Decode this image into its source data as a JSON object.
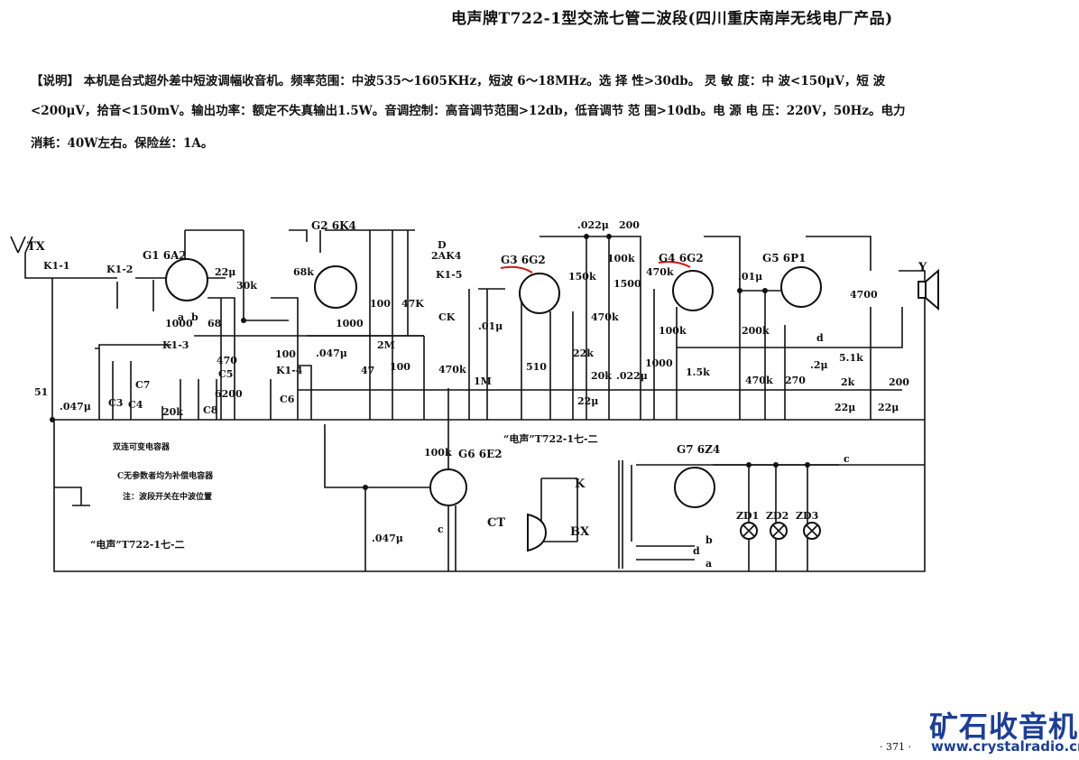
{
  "title": "电声牌T722-1型交流七管二波段(四川重庆南岸无线电厂产品)",
  "description": {
    "line1": "【说明】 本机是台式超外差中短波调幅收音机。频率范围：中波535～1605KHz，短波 6～18MHz。选 择 性>30db。 灵 敏 度：中 波<150μV，短 波",
    "line2": "<200μV，拾音<150mV。输出功率：额定不失真输出1.5W。音调控制：高音调节范围>12db，低音调节 范 围>10db。电 源 电 压：220V，50Hz。电力",
    "line3": "消耗：40W左右。保险丝：1A。"
  },
  "schematic_labels": {
    "tx": "TX",
    "k11": "K1-1",
    "k12": "K1-2",
    "k13": "K1-3",
    "k14": "K1-4",
    "k15": "K1-5",
    "g1": "G1 6A2",
    "g2": "G2 6K4",
    "g3": "G3 6G2",
    "g4": "G4 6G2",
    "g5": "G5 6P1",
    "g6": "G6 6E2",
    "g7": "G7 6Z4",
    "d": "D",
    "d_type": "2AK4",
    "ck": "CK",
    "y": "Y",
    "c51": "51",
    "c047a": ".047μ",
    "c3": "C3",
    "c4": "C4",
    "c7": "C7",
    "r20k_a": "20k",
    "c1000a": "1000",
    "r68": "68",
    "c22u_a": "22μ",
    "r30k": "30k",
    "c470": "470",
    "c5": "C5",
    "c6200": "6200",
    "c8": "C8",
    "c100a": "100",
    "c6": "C6",
    "r68k": "68k",
    "c047b": ".047μ",
    "r47": "47",
    "c1000b": "1000",
    "c100b": "100",
    "r47k": "47K",
    "r2m": "2M",
    "c100c": "100",
    "c01a": ".01μ",
    "r470k_a": "470k",
    "r1m": "1M",
    "r510": "510",
    "c022a": ".022μ",
    "c200": "200",
    "r150k": "150k",
    "r100k_a": "100k",
    "c1500": "1500",
    "r470k_b": "470k",
    "r22k": "22k",
    "r20k_b": "20k",
    "c022b": ".022μ",
    "c22u_b": "22μ",
    "r470k_c": "470k",
    "c1000c": "1000",
    "r100k_b": "100k",
    "r1_5k": "1.5k",
    "c01b": ".01μ",
    "r200k": "200k",
    "r470k_d": "470k",
    "r270": "270",
    "c2u": ".2μ",
    "c4700": "4700",
    "r5_1k": "5.1k",
    "r2k": "2k",
    "r200": "200",
    "c22u_c": "22μ",
    "c22u_d": "22μ",
    "pin_a": "a",
    "pin_b": "b",
    "pin_c": "c",
    "pin_d": "d",
    "r100k_c": "100k",
    "c047c": ".047μ",
    "k": "K",
    "ct": "CT",
    "bx": "BX",
    "zd1": "ZD1",
    "zd2": "ZD2",
    "zd3": "ZD3",
    "model_a": "“电声”T722-1七-二",
    "model_b": "“电声”T722-1七-二"
  },
  "notes": {
    "gang_cap": "双连可变电容器",
    "cap_note": "C无参数者均为补偿电容器",
    "band_note": "注：波段开关在中波位置"
  },
  "footer": {
    "page_number": "· 371 ·",
    "logo_text": "矿石收音机",
    "url": "www.crystalradio.cn"
  },
  "colors": {
    "logo": "#1c3f94",
    "highlight": "#d01818"
  }
}
